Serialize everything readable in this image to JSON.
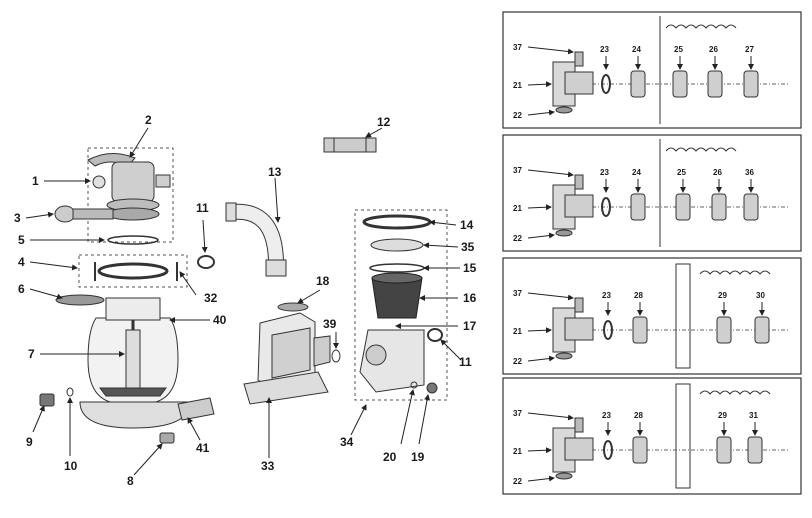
{
  "main_callouts": [
    "1",
    "2",
    "3",
    "4",
    "5",
    "6",
    "7",
    "8",
    "9",
    "10",
    "11",
    "12",
    "13",
    "14",
    "15",
    "16",
    "17",
    "18",
    "19",
    "20",
    "11",
    "32",
    "33",
    "34",
    "35",
    "39",
    "40",
    "41"
  ],
  "inset_panels": [
    {
      "left": [
        "37",
        "21",
        "22"
      ],
      "top": [
        "23",
        "24",
        "25",
        "26",
        "27"
      ]
    },
    {
      "left": [
        "37",
        "21",
        "22"
      ],
      "top": [
        "23",
        "24",
        "25",
        "26",
        "36"
      ]
    },
    {
      "left": [
        "37",
        "21",
        "22"
      ],
      "top": [
        "23",
        "28",
        "29",
        "30"
      ]
    },
    {
      "left": [
        "37",
        "21",
        "22"
      ],
      "top": [
        "23",
        "28",
        "29",
        "31"
      ]
    }
  ],
  "colors": {
    "line": "#222222",
    "part_fill": "#e6e6e6",
    "part_dark": "#9a9a9a",
    "panel_border": "#333333"
  }
}
